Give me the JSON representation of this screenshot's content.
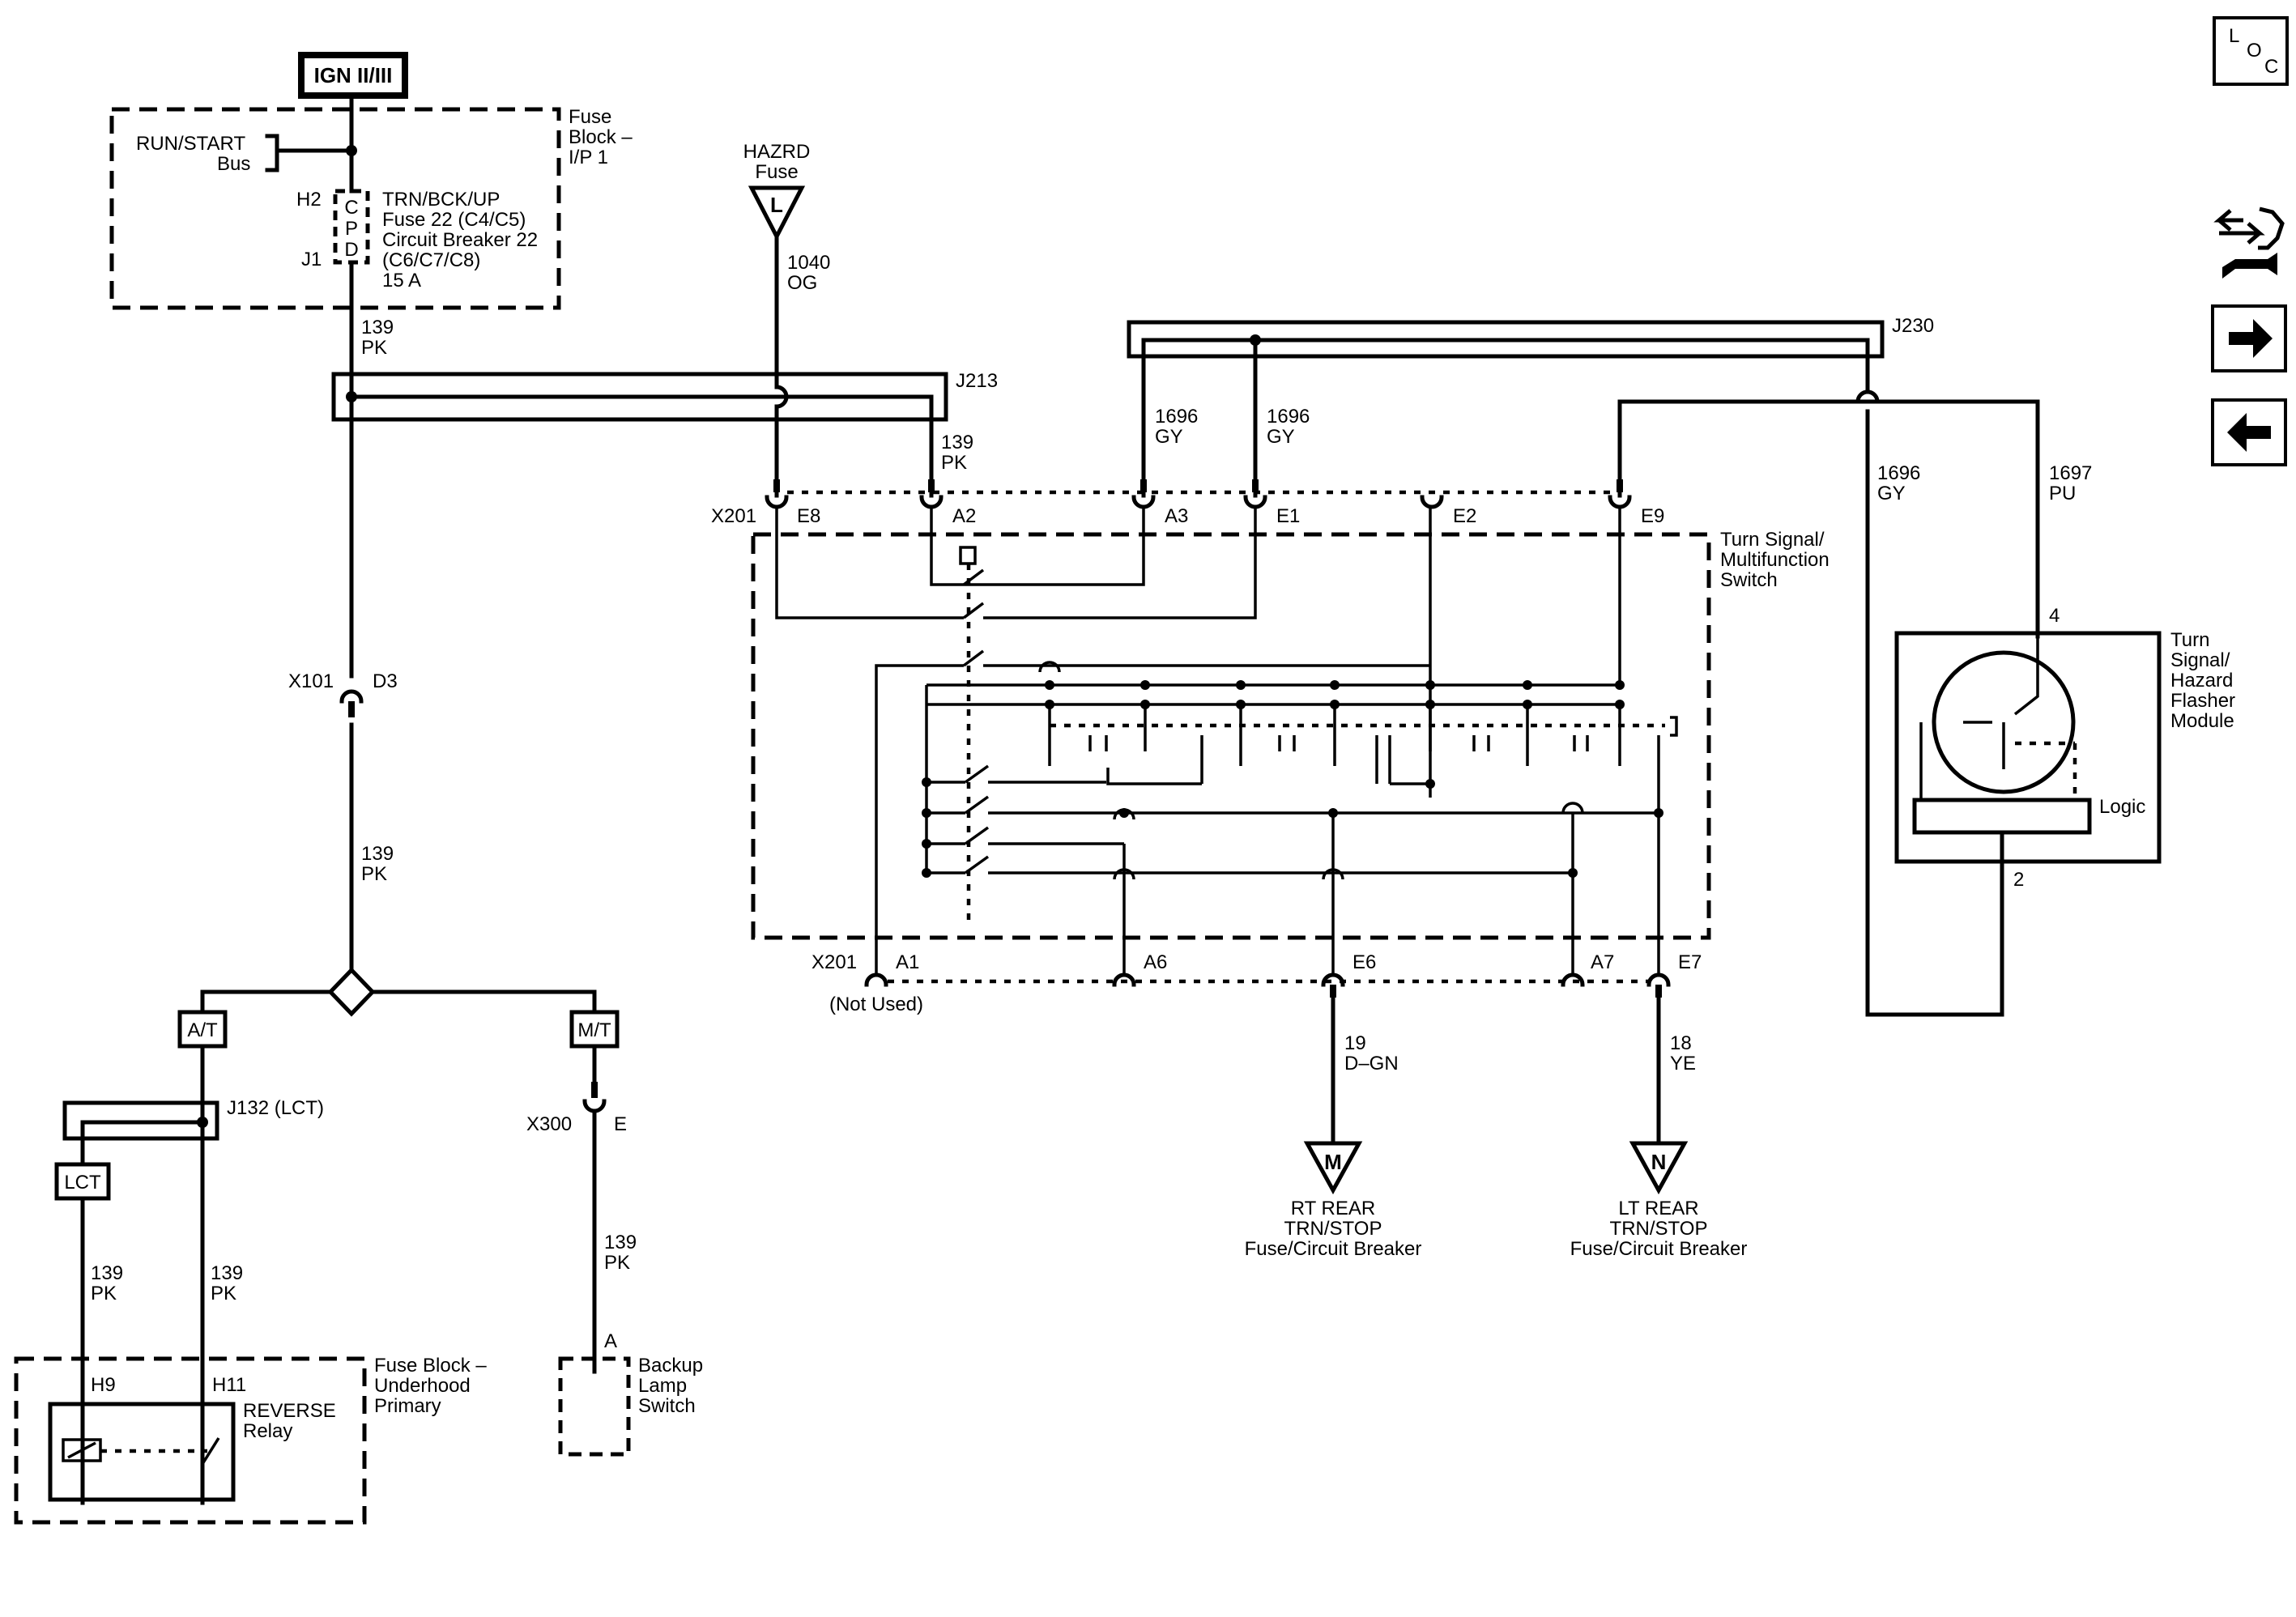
{
  "power_source": "IGN II/III",
  "fuse_block_ip": {
    "title_lines": [
      "Fuse",
      "Block –",
      "I/P 1"
    ],
    "bus_lines": [
      "RUN/START",
      "Bus"
    ],
    "pin_top": "H2",
    "pin_bottom": "J1",
    "cpd_letters": [
      "C",
      "P",
      "D"
    ],
    "fuse_lines": [
      "TRN/BCK/UP",
      "Fuse 22 (C4/C5)",
      "Circuit Breaker 22",
      "(C6/C7/C8)",
      "15 A"
    ]
  },
  "hazard_fuse": {
    "lines": [
      "HAZRD",
      "Fuse"
    ],
    "letter": "L"
  },
  "wires": {
    "w1040": [
      "1040",
      "OG"
    ],
    "w139": [
      "139",
      "PK"
    ],
    "w1696": [
      "1696",
      "GY"
    ],
    "w1697": [
      "1697",
      "PU"
    ],
    "w19": [
      "19",
      "D–GN"
    ],
    "w18": [
      "18",
      "YE"
    ]
  },
  "splices": {
    "j213": "J213",
    "j230": "J230",
    "j132": "J132 (LCT)"
  },
  "connectors": {
    "x201": "X201",
    "x101": "X101",
    "x300": "X300",
    "pins_top": [
      "E8",
      "A2",
      "A3",
      "E1",
      "E2",
      "E9"
    ],
    "pins_bottom": [
      "A1",
      "A6",
      "E6",
      "A7",
      "E7"
    ],
    "d3": "D3",
    "e": "E",
    "a": "A",
    "not_used": "(Not Used)"
  },
  "options": {
    "at": "A/T",
    "mt": "M/T",
    "lct": "LCT"
  },
  "turn_switch": [
    "Turn Signal/",
    "Multifunction",
    "Switch"
  ],
  "flasher": {
    "lines": [
      "Turn",
      "Signal/",
      "Hazard",
      "Flasher",
      "Module"
    ],
    "pin4": "4",
    "pin2": "2",
    "logic": "Logic"
  },
  "rt_rear": {
    "letter": "M",
    "lines": [
      "RT REAR",
      "TRN/STOP",
      "Fuse/Circuit Breaker"
    ]
  },
  "lt_rear": {
    "letter": "N",
    "lines": [
      "LT REAR",
      "TRN/STOP",
      "Fuse/Circuit Breaker"
    ]
  },
  "fuse_block_uh": {
    "lines": [
      "Fuse Block –",
      "Underhood",
      "Primary"
    ],
    "pin_h9": "H9",
    "pin_h11": "H11",
    "relay_lines": [
      "REVERSE",
      "Relay"
    ]
  },
  "backup_switch": [
    "Backup",
    "Lamp",
    "Switch"
  ],
  "loc_icon": {
    "l": "L",
    "o": "O",
    "c": "C"
  },
  "icons": [
    "loc-icon",
    "component-wrench-icon",
    "arrow-right-icon",
    "arrow-left-icon"
  ]
}
